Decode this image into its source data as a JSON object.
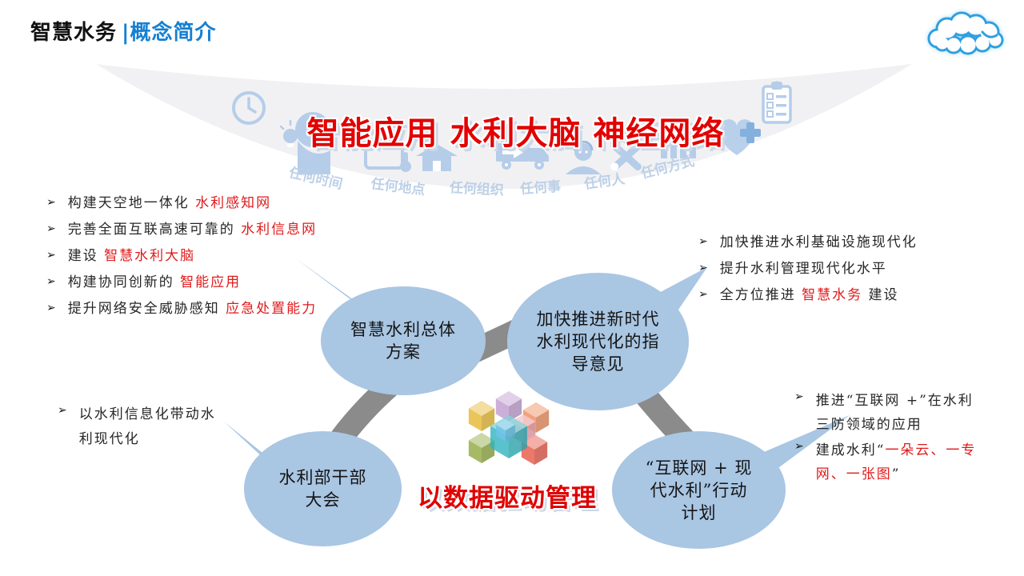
{
  "header": {
    "title": "智慧水务",
    "subtitle": "|概念简介"
  },
  "banner": {
    "title": "智能应用 水利大脑 神经网络",
    "tags": [
      "任何时间",
      "任何地点",
      "任何组织",
      "任何事",
      "任何人",
      "任何方式"
    ],
    "icons": [
      "clock",
      "head-lightbulb",
      "tablet-touch",
      "house",
      "delivery-truck",
      "support-person",
      "repair-tools",
      "bar-chart",
      "heart-plus",
      "clipboard-checklist",
      "cloud"
    ]
  },
  "lists": {
    "bullet_char": "➢",
    "top_left": {
      "items": [
        {
          "pre": "构建天空地一体化 ",
          "red": "水利感知网",
          "post": ""
        },
        {
          "pre": "完善全面互联高速可靠的 ",
          "red": "水利信息网",
          "post": ""
        },
        {
          "pre": "建设 ",
          "red": "智慧水利大脑",
          "post": ""
        },
        {
          "pre": "构建协同创新的 ",
          "red": "智能应用",
          "post": ""
        },
        {
          "pre": "提升网络安全威胁感知 ",
          "red": "应急处置能力",
          "post": ""
        }
      ]
    },
    "top_right": {
      "items": [
        {
          "pre": "加快推进水利基础设施现代化",
          "red": "",
          "post": ""
        },
        {
          "pre": "提升水利管理现代化水平",
          "red": "",
          "post": ""
        },
        {
          "pre": "全方位推进 ",
          "red": "智慧水务",
          "post": " 建设"
        }
      ]
    },
    "bottom_left": {
      "items": [
        {
          "pre": "以水利信息化带动水利现代化",
          "red": "",
          "post": ""
        }
      ]
    },
    "bottom_right": {
      "items": [
        {
          "pre": "推进“互联网 +”在水利三防领域的应用",
          "red": "",
          "post": ""
        },
        {
          "pre": "建成水利“",
          "red": "一朵云、一专网、一张图",
          "post": "”"
        }
      ]
    }
  },
  "diagram": {
    "center_caption": "以数据驱动管理",
    "ellipses": {
      "top_left": {
        "line1": "智慧水利总体",
        "line2": "方案"
      },
      "top_right": {
        "line1": "加快推进新时代",
        "line2": "水利现代化的指",
        "line3": "导意见"
      },
      "bottom_left": {
        "line1": "水利部干部",
        "line2": "大会"
      },
      "bottom_right": {
        "line1": "“互联网 + 现",
        "line2": "代水利”行动",
        "line3": "计划"
      }
    }
  },
  "colors": {
    "accent_red": "#e01a1a",
    "title_red": "#e20000",
    "header_blue": "#1580d2",
    "ellipse_blue": "#a9c6e3",
    "connector_gray": "#8b8b8b",
    "banner_gray": "#f1f1f3",
    "icon_blue": "#b5cde9",
    "cloud_blue": "#2f9fe0"
  }
}
